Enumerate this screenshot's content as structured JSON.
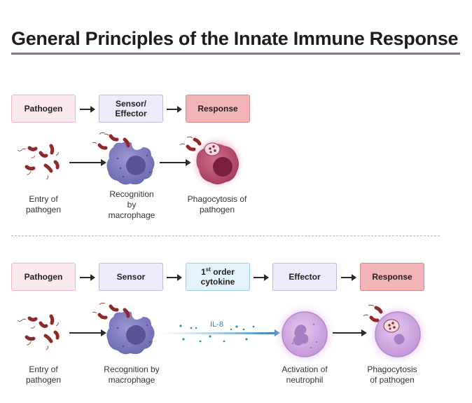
{
  "title": "General Principles of the Innate Immune Response",
  "row1": {
    "boxes": {
      "pathogen": "Pathogen",
      "sensor": "Sensor/\nEffector",
      "response": "Response"
    },
    "labels": {
      "entry": "Entry of\npathogen",
      "recognition": "Recognition\nby\nmacrophage",
      "phagocytosis": "Phagocytosis of\npathogen"
    }
  },
  "row2": {
    "boxes": {
      "pathogen": "Pathogen",
      "sensor": "Sensor",
      "cytokine_sup": "st",
      "cytokine_num": "1",
      "cytokine_rest": " order",
      "cytokine_line2": "cytokine",
      "effector": "Effector",
      "response": "Response"
    },
    "il8": "IL-8",
    "labels": {
      "entry": "Entry of\npathogen",
      "recognition": "Recognition by\nmacrophage",
      "activation": "Activation of\nneutrophil",
      "phagocytosis": "Phagocytosis\nof pathogen"
    }
  },
  "colors": {
    "accent": "#8a6fa8",
    "pathogen_box": "#fbe8ec",
    "sensor_box": "#ecebfb",
    "response_box": "#f2b3b6",
    "cytokine_box": "#e4f3fb",
    "macrophage": "#7d79bd",
    "infected_cell": "#b4486a",
    "neutrophil": "#c8a6dc",
    "bacteria": "#8e2a2a"
  }
}
